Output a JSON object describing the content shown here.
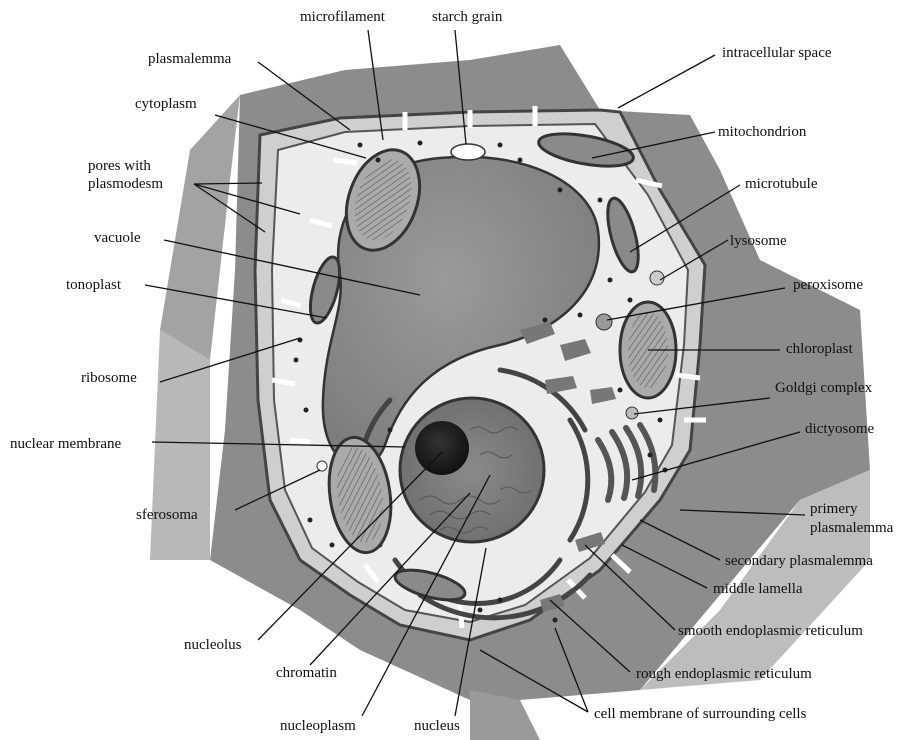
{
  "labels": {
    "microfilament": "microfilament",
    "starch_grain": "starch grain",
    "intracellular_space": "intracellular space",
    "plasmalemma": "plasmalemma",
    "cytoplasm": "cytoplasm",
    "mitochondrion": "mitochondrion",
    "pores_line1": "pores with",
    "pores_line2": "plasmodesm",
    "microtubule": "microtubule",
    "vacuole": "vacuole",
    "lysosome": "lysosome",
    "tonoplast": "tonoplast",
    "peroxisome": "peroxisome",
    "chloroplast": "chloroplast",
    "ribosome": "ribosome",
    "goldgi_complex": "Goldgi complex",
    "nuclear_membrane": "nuclear membrane",
    "dictyosome": "dictyosome",
    "sferosoma": "sferosoma",
    "primery_line1": "primery",
    "primery_line2": "plasmalemma",
    "secondary_plasmalemma": "secondary plasmalemma",
    "middle_lamella": "middle lamella",
    "smooth_er": "smooth endoplasmic reticulum",
    "nucleolus": "nucleolus",
    "rough_er": "rough endoplasmic reticulum",
    "chromatin": "chromatin",
    "cell_membrane_surrounding": "cell membrane of surrounding cells",
    "nucleoplasm": "nucleoplasm",
    "nucleus": "nucleus"
  }
}
